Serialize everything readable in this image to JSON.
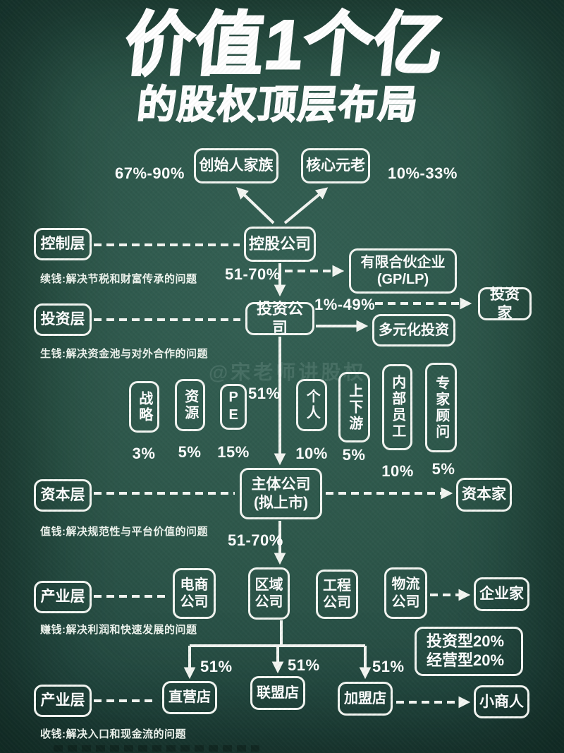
{
  "title": {
    "line1": "价值1个亿",
    "line2": "的股权顶层布局"
  },
  "watermark": "@宋老师讲股权",
  "top": {
    "founder_pct": "67%-90%",
    "founder": "创始人家族",
    "veterans": "核心元老",
    "veterans_pct": "10%-33%"
  },
  "control_row": {
    "layer": "控制层",
    "holding": "控股公司",
    "down_pct": "51-70%",
    "lp_line1": "有限合伙企业",
    "lp_line2": "(GP/LP)",
    "lp_pct": "1%-49%",
    "investor": "投资家",
    "note": "续钱:解决节税和财富传承的问题"
  },
  "invest_row": {
    "layer": "投资层",
    "company": "投资公司",
    "diversified": "多元化投资",
    "down_pct": "51%",
    "note": "生钱:解决资金池与对外合作的问题"
  },
  "shareholders": [
    {
      "label": "战略",
      "pct": "3%"
    },
    {
      "label": "资源",
      "pct": "5%"
    },
    {
      "label": "PE",
      "pct": "15%"
    },
    {
      "label": "个人",
      "pct": "10%"
    },
    {
      "label": "上下游",
      "pct": "5%"
    },
    {
      "label": "内部员工",
      "pct": "10%"
    },
    {
      "label": "专家顾问",
      "pct": "5%"
    }
  ],
  "capital_row": {
    "layer": "资本层",
    "main_line1": "主体公司",
    "main_line2": "(拟上市)",
    "capitalist": "资本家",
    "down_pct": "51-70%",
    "note": "值钱:解决规范性与平台价值的问题"
  },
  "industry_row": {
    "layer": "产业层",
    "ecommerce": "电商公司",
    "regional": "区域公司",
    "engineering": "工程公司",
    "logistics": "物流公司",
    "entrepreneur": "企业家",
    "type_line1": "投资型20%",
    "type_line2": "经营型20%",
    "note": "赚钱:解决利润和快速发展的问题"
  },
  "store_row": {
    "layer": "产业层",
    "pct1": "51%",
    "pct2": "51%",
    "pct3": "51%",
    "direct": "直营店",
    "alliance": "联盟店",
    "franchise": "加盟店",
    "merchant": "小商人",
    "note": "收钱:解决入口和现金流的问题"
  },
  "colors": {
    "background": "#2d574a",
    "stroke": "#f3f6f2",
    "text": "#ffffff"
  }
}
